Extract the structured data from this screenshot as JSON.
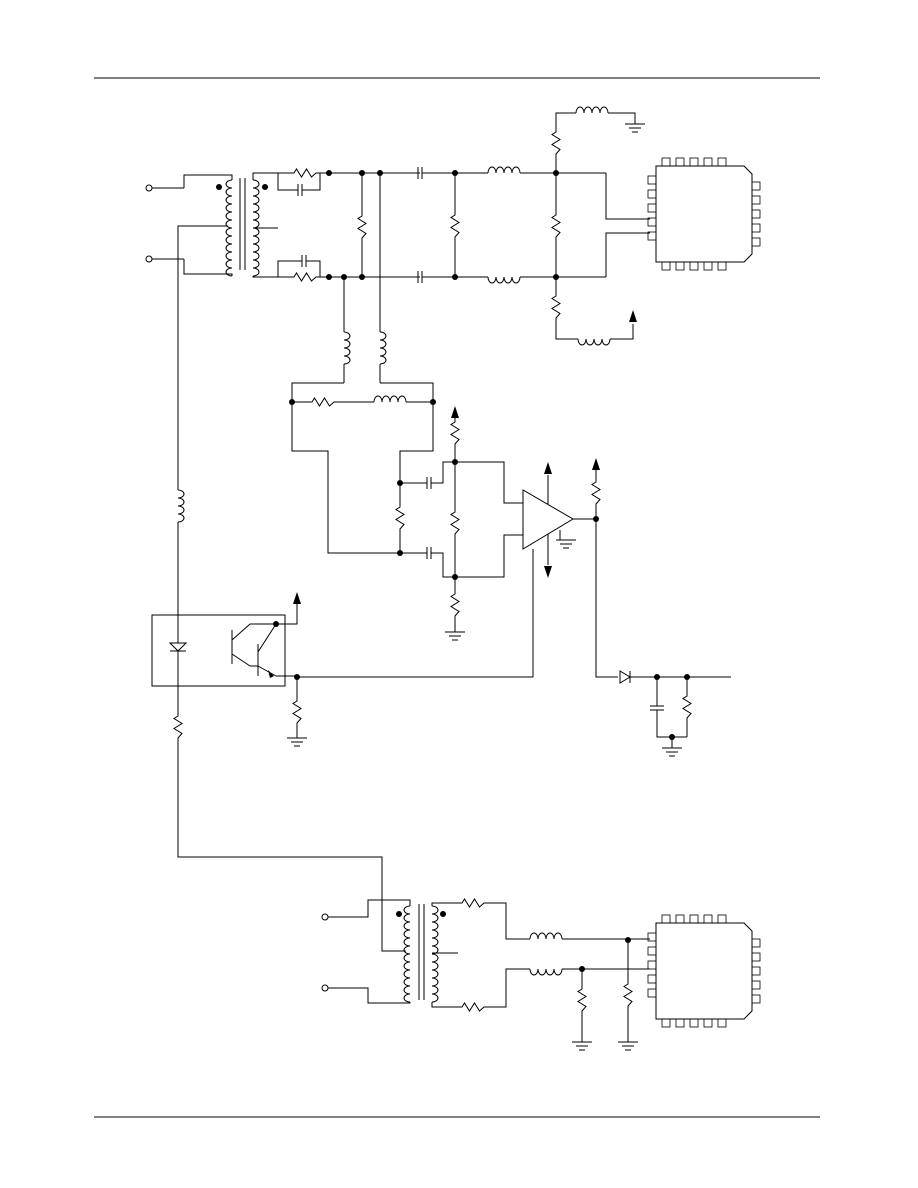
{
  "page": {
    "rule_color": "#000000",
    "background": "#ffffff"
  },
  "diagram": {
    "kind": "circuit-schematic",
    "text_labels": [],
    "components": [
      "terminal",
      "transformer",
      "resistor",
      "capacitor",
      "inductor",
      "opamp",
      "optocoupler",
      "diode",
      "ic-package",
      "ground",
      "supply-arrow",
      "junction-dot"
    ]
  }
}
